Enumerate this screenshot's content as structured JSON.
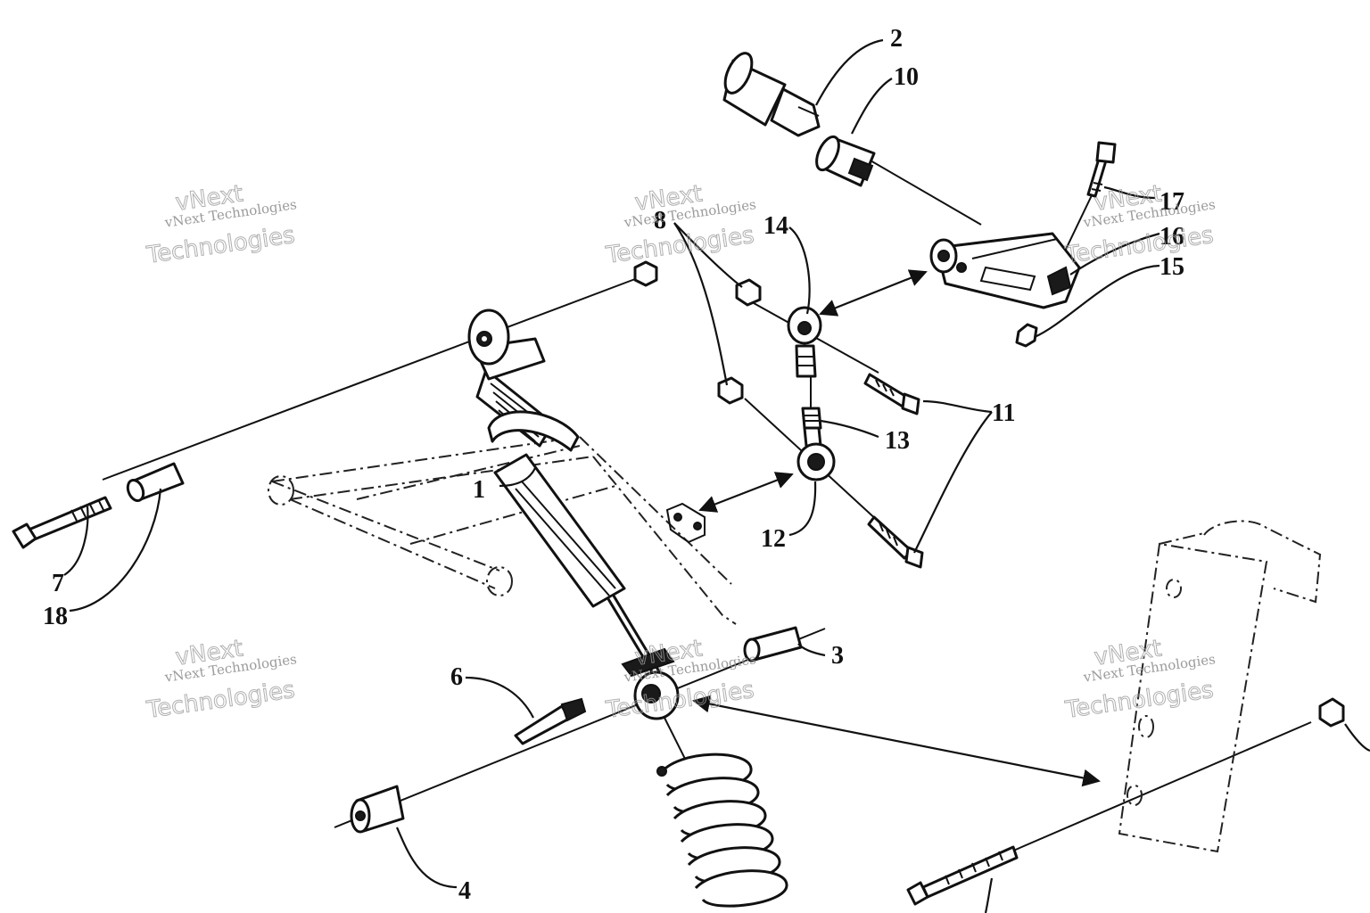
{
  "callouts": {
    "c1": "1",
    "c2": "2",
    "c3": "3",
    "c4": "4",
    "c6": "6",
    "c7": "7",
    "c8": "8",
    "c10": "10",
    "c11": "11",
    "c12": "12",
    "c13": "13",
    "c14": "14",
    "c15": "15",
    "c16": "16",
    "c17": "17",
    "c18": "18"
  },
  "watermark": {
    "line1": "vNext",
    "line2": "vNext Technologies",
    "line3": "Technologies"
  },
  "colors": {
    "ink": "#111111",
    "paper": "#ffffff",
    "watermark": "#9a9a9a"
  }
}
